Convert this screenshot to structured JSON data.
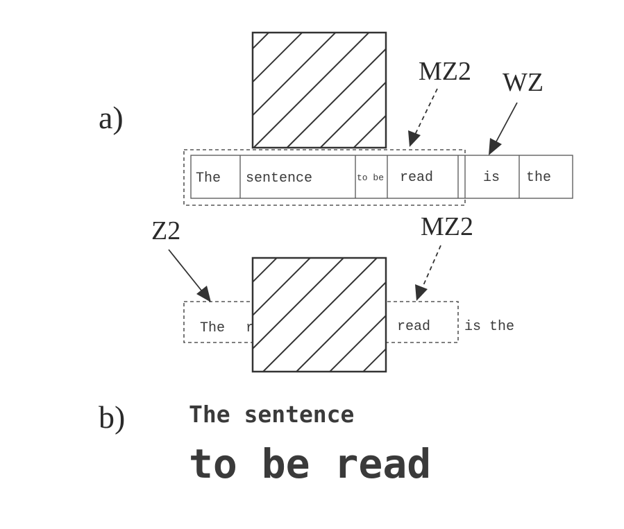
{
  "panel_a": {
    "label": "a)",
    "words": [
      "The",
      "sentence",
      "to be",
      "read",
      "is",
      "the"
    ],
    "callout_mz2": "MZ2",
    "callout_wz": "WZ"
  },
  "panel_a_lower": {
    "callout_z2": "Z2",
    "callout_mz2": "MZ2",
    "zone_z2_text": "The",
    "zone_mz2_text": "read",
    "trailing_text": "is the"
  },
  "panel_b": {
    "label": "b)",
    "line1": "The sentence",
    "line2": "to be read"
  }
}
